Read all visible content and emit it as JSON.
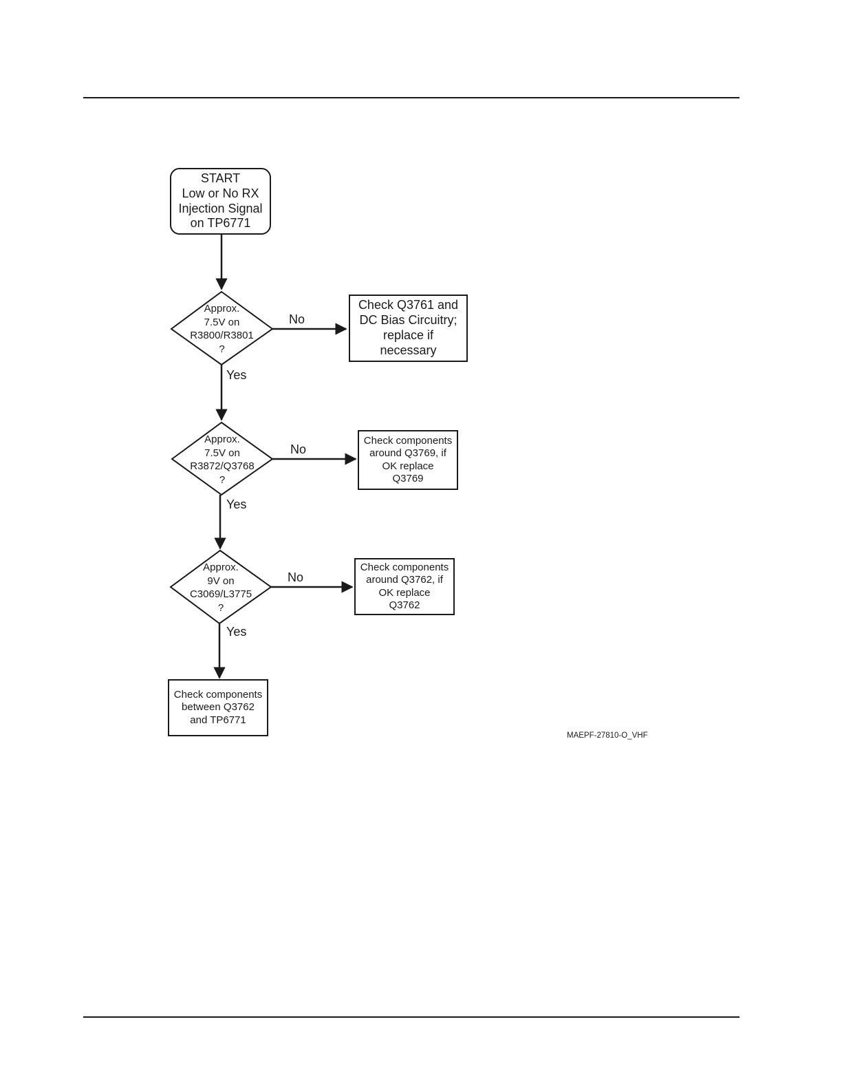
{
  "flowchart": {
    "start": "START\nLow or No RX\nInjection Signal\non TP6771",
    "decisions": [
      {
        "text": "Approx.\n7.5V on\nR3800/R3801\n?",
        "no_action": "Check Q3761 and\nDC Bias Circuitry;\nreplace if\nnecessary"
      },
      {
        "text": "Approx.\n7.5V on\nR3872/Q3768\n?",
        "no_action": "Check components\naround Q3769, if\nOK replace\nQ3769"
      },
      {
        "text": "Approx.\n9V on\nC3069/L3775\n?",
        "no_action": "Check components\naround Q3762, if\nOK replace\nQ3762"
      }
    ],
    "end": "Check components\nbetween Q3762\nand TP6771",
    "labels": {
      "yes": "Yes",
      "no": "No"
    }
  },
  "figure_id": "MAEPF-27810-O_VHF"
}
